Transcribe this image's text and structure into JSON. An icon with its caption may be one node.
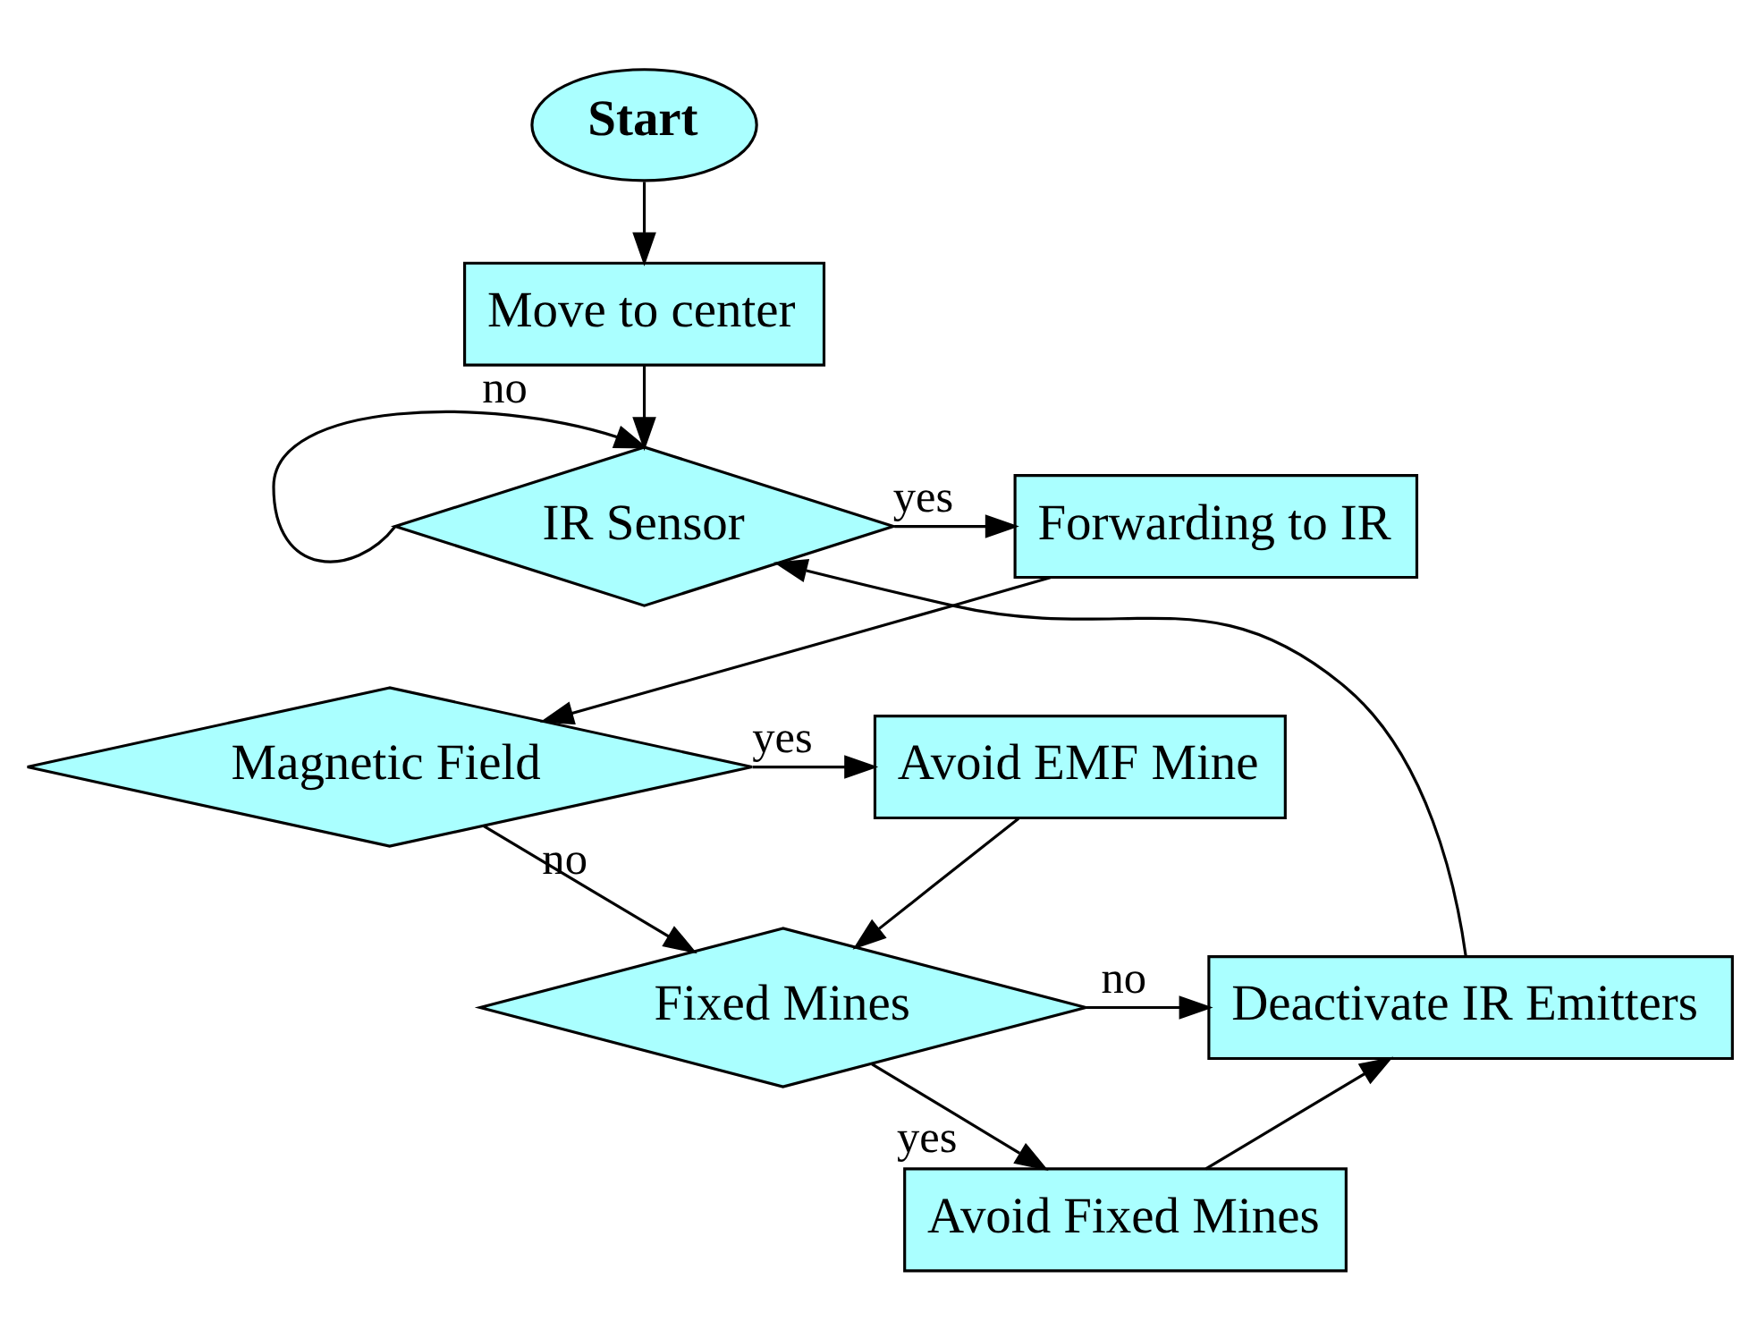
{
  "diagram": {
    "nodes": [
      {
        "text": [
          "Start"
        ]
      },
      {
        "text": [
          "Move to center"
        ]
      },
      {
        "text": [
          "IR Sensor"
        ]
      },
      {
        "text": [
          "Forwarding to IR"
        ]
      },
      {
        "text": [
          "Magnetic Field"
        ]
      },
      {
        "text": [
          "Avoid EMF Mine"
        ]
      },
      {
        "text": [
          "Fixed Mines"
        ]
      },
      {
        "text": [
          "Deactivate IR Emitters"
        ]
      },
      {
        "text": [
          "Avoid Fixed Mines"
        ]
      }
    ],
    "edges": [
      {
        "from": 0,
        "to": 1,
        "arrow": "to"
      },
      {
        "from": 1,
        "to": 2,
        "arrow": "to"
      },
      {
        "from": 2,
        "to": 2,
        "arrow": "to",
        "label": "no"
      },
      {
        "from": 2,
        "to": 3,
        "arrow": "to",
        "label": "yes"
      },
      {
        "from": 3,
        "to": 4,
        "arrow": "to"
      },
      {
        "from": 4,
        "to": 5,
        "arrow": "to",
        "label": "yes"
      },
      {
        "from": 4,
        "to": 6,
        "arrow": "to",
        "label": "no"
      },
      {
        "from": 5,
        "to": 6,
        "arrow": "to"
      },
      {
        "from": 6,
        "to": 7,
        "arrow": "to",
        "label": "no"
      },
      {
        "from": 6,
        "to": 8,
        "arrow": "to",
        "label": "yes"
      },
      {
        "from": 8,
        "to": 7,
        "arrow": "to"
      },
      {
        "from": 7,
        "to": 2,
        "arrow": "to"
      }
    ]
  }
}
